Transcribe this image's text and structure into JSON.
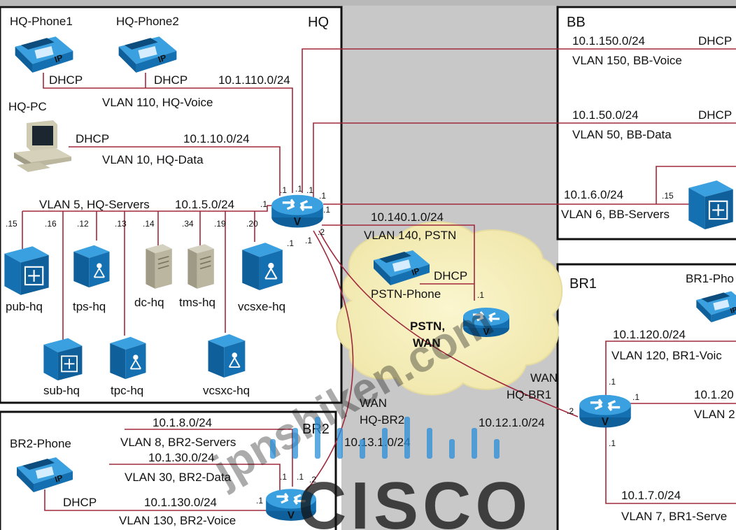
{
  "sites": {
    "hq": "HQ",
    "bb": "BB",
    "br1": "BR1",
    "br2": "BR2"
  },
  "hq": {
    "phone1": "HQ-Phone1",
    "phone2": "HQ-Phone2",
    "pc": "HQ-PC",
    "dhcp": "DHCP",
    "voice_subnet": "10.1.110.0/24",
    "voice_vlan": "VLAN 110, HQ-Voice",
    "data_subnet": "10.1.10.0/24",
    "data_vlan": "VLAN 10, HQ-Data",
    "servers_vlan": "VLAN 5, HQ-Servers",
    "servers_subnet": "10.1.5.0/24",
    "hosts": {
      "h15": ".15",
      "h16": ".16",
      "h12": ".12",
      "h13": ".13",
      "h14": ".14",
      "h34": ".34",
      "h19": ".19",
      "h20": ".20"
    },
    "servers": {
      "pub": "pub-hq",
      "tps": "tps-hq",
      "dc": "dc-hq",
      "tms": "tms-hq",
      "vcsxe": "vcsxe-hq",
      "sub": "sub-hq",
      "tpc": "tpc-hq",
      "vcsxc": "vcsxc-hq"
    },
    "router_ifaces": {
      "a": ".1",
      "b": ".1",
      "c": ".1",
      "d": ".1",
      "e": ".1",
      "f": ".1",
      "g": ".1",
      "h": ".2"
    }
  },
  "bb": {
    "voice_subnet": "10.1.150.0/24",
    "voice_vlan": "VLAN 150, BB-Voice",
    "data_subnet": "10.1.50.0/24",
    "data_vlan": "VLAN 50, BB-Data",
    "servers_subnet": "10.1.6.0/24",
    "servers_vlan": "VLAN 6, BB-Servers",
    "server_host": ".15",
    "dhcp": "DHCP"
  },
  "pstn": {
    "subnet": "10.140.1.0/24",
    "vlan": "VLAN 140, PSTN",
    "phone": "PSTN-Phone",
    "dhcp": "DHCP",
    "cloud_line1": "PSTN,",
    "cloud_line2": "WAN",
    "router_iface": ".1"
  },
  "wan": {
    "hq_br1_l1": "WAN",
    "hq_br1_l2": "HQ-BR1",
    "hq_br1_subnet": "10.12.1.0/24",
    "hq_br2_l1": "WAN",
    "hq_br2_l2": "HQ-BR2",
    "hq_br2_subnet": "10.13.1.0/24"
  },
  "br1": {
    "phone": "BR1-Pho",
    "voice_subnet": "10.1.120.0/24",
    "voice_vlan": "VLAN 120, BR1-Voic",
    "data_subnet": "10.1.20",
    "data_vlan": "VLAN 2",
    "servers_subnet": "10.1.7.0/24",
    "servers_vlan": "VLAN 7, BR1-Serve",
    "ifaces": {
      "wan": ".2",
      "top": ".1",
      "right": ".1",
      "bottom": ".1"
    }
  },
  "br2": {
    "phone": "BR2-Phone",
    "dhcp": "DHCP",
    "servers_subnet": "10.1.8.0/24",
    "servers_vlan": "VLAN 8, BR2-Servers",
    "data_subnet": "10.1.30.0/24",
    "data_vlan": "VLAN 30, BR2-Data",
    "voice_subnet": "10.1.130.0/24",
    "voice_vlan": "VLAN 130, BR2-Voice",
    "ifaces": {
      "a": ".1",
      "b": ".1",
      "c": ".2",
      "d": ".1"
    }
  },
  "watermark": {
    "site": "jpnshiken.com",
    "brand": "CISCO"
  },
  "colors": {
    "link": "#a0283c",
    "wan_core": "#c9c9c9",
    "border": "#111111",
    "device_blue": "#1a7fc4",
    "watermark": "#2a8ed8"
  }
}
